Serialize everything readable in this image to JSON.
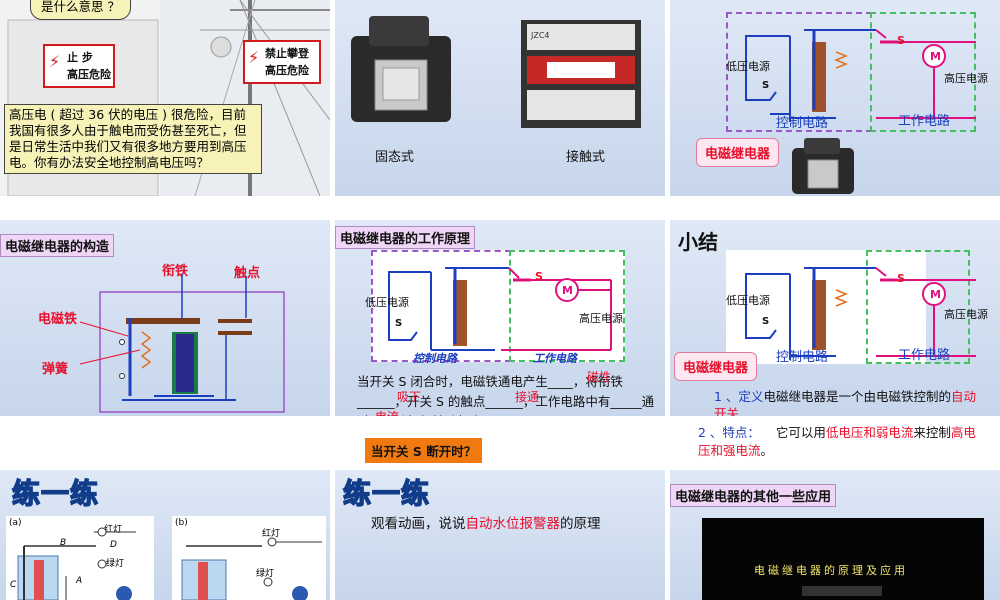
{
  "slide1": {
    "bubble": "是什么意思 ？",
    "sign1_line1": "止 步",
    "sign1_line2": "高压危险",
    "sign2_line1": "禁止攀登",
    "sign2_line2": "高压危险",
    "text": "高压电 ( 超过 36 伏的电压 ) 很危险，目前我国有很多人由于触电而受伤甚至死亡，但是日常生活中我们又有很多地方要用到高压电。你有办法安全地控制高电压吗？"
  },
  "slide2": {
    "label_left": "固态式",
    "label_right": "接触式",
    "contactor_brand": "JZC4"
  },
  "slide3": {
    "low_voltage": "低压电源",
    "high_voltage": "高压电源",
    "switch_s": "S",
    "switch_s1": "S",
    "motor": "M",
    "control_circuit": "控制电路",
    "work_circuit": "工作电路",
    "relay_box": "电磁继电器"
  },
  "slide4": {
    "header": "电磁继电器的构造",
    "armature": "衔铁",
    "contact": "触点",
    "electromagnet": "电磁铁",
    "spring": "弹簧"
  },
  "slide5": {
    "header": "电磁继电器的工作原理",
    "low_voltage": "低压电源",
    "high_voltage": "高压电源",
    "switch_s": "S",
    "switch_s1": "S",
    "motor": "M",
    "control_circuit": "控制电路",
    "work_circuit": "工作电路",
    "text": "当开关 S 闭合时，电磁铁通电产生____，将衔铁______，开关 S 的触点______，工作电路中有_____通过，电动机便转动起来。",
    "ans_magnetism": "磁性",
    "ans_attract": "吸下",
    "ans_close": "接通",
    "ans_current": "电流",
    "question": "当开关 S 断开时？"
  },
  "slide6": {
    "title": "小结",
    "low_voltage": "低压电源",
    "high_voltage": "高压电源",
    "switch_s": "S",
    "switch_s1": "S",
    "motor": "M",
    "control_circuit": "控制电路",
    "work_circuit": "工作电路",
    "relay_box": "电磁继电器",
    "def_prefix": "1 、定义",
    "def_text": "电磁继电器是一个由电磁铁控制的",
    "def_red": "自动开关",
    "def_end": ".",
    "feat_prefix": "2 、特点：",
    "feat_text": "它可以用",
    "feat_red1": "低电压和弱电流",
    "feat_mid": "来控制",
    "feat_red2": "高电压和强电流",
    "feat_end": "。"
  },
  "slide7": {
    "title": "练一练",
    "fig_a": "(a)",
    "fig_b": "(b)",
    "red_lamp": "红灯",
    "green_lamp": "绿灯",
    "label_b": "B",
    "label_d": "D",
    "label_c": "C",
    "label_a": "A"
  },
  "slide8": {
    "title": "练一练",
    "text_prefix": "观看动画，说说",
    "text_red": "自动水位报警器",
    "text_suffix": "的原理"
  },
  "slide9": {
    "header": "电磁继电器的其他一些应用",
    "video_caption": "电磁继电器的原理及应用"
  }
}
